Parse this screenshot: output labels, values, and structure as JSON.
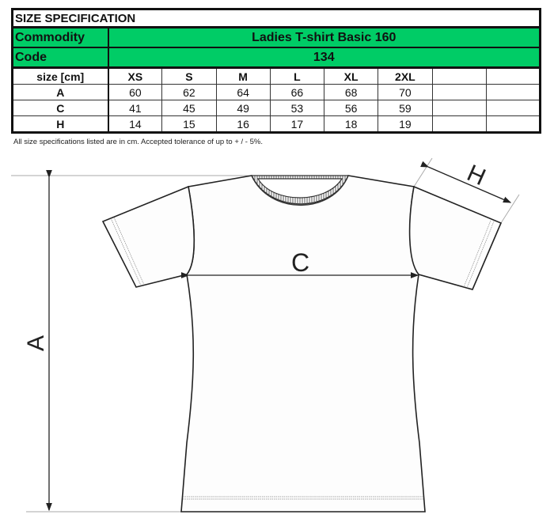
{
  "table": {
    "title": "SIZE SPECIFICATION",
    "commodity_label": "Commodity",
    "commodity_value": "Ladies T-shirt Basic 160",
    "code_label": "Code",
    "code_value": "134",
    "size_header": "size [cm]",
    "sizes": [
      "XS",
      "S",
      "M",
      "L",
      "XL",
      "2XL",
      "",
      ""
    ],
    "rows": [
      {
        "label": "A",
        "values": [
          "60",
          "62",
          "64",
          "66",
          "68",
          "70",
          "",
          ""
        ]
      },
      {
        "label": "C",
        "values": [
          "41",
          "45",
          "49",
          "53",
          "56",
          "59",
          "",
          ""
        ]
      },
      {
        "label": "H",
        "values": [
          "14",
          "15",
          "16",
          "17",
          "18",
          "19",
          "",
          ""
        ]
      }
    ]
  },
  "note": "All size specifications listed are in cm. Accepted tolerance of up to + / - 5%.",
  "diagram": {
    "label_a": "A",
    "label_c": "C",
    "label_h": "H"
  },
  "colors": {
    "header_green": "#00cc66"
  }
}
